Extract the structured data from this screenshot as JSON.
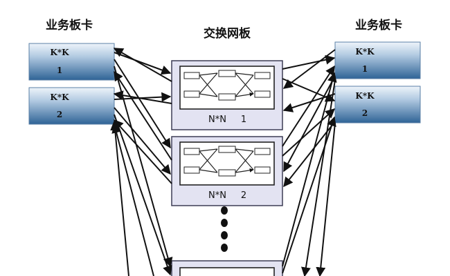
{
  "headings": {
    "left": "业务板卡",
    "center": "交换网板",
    "right": "业务板卡"
  },
  "left_cards": [
    {
      "type": "K*K",
      "number": "1"
    },
    {
      "type": "K*K",
      "number": "2"
    }
  ],
  "right_cards": [
    {
      "type": "K*K",
      "number": "1"
    },
    {
      "type": "K*K",
      "number": "2"
    }
  ],
  "switch_modules": [
    {
      "type": "N*N",
      "number": "1"
    },
    {
      "type": "N*N",
      "number": "2"
    },
    {
      "type": "",
      "number": ""
    }
  ],
  "colors": {
    "card_top": "#e6eef7",
    "card_bottom": "#2a5f93",
    "module_fill": "#e3e3f2",
    "module_border": "#3d3d55",
    "arrow": "#111111"
  }
}
